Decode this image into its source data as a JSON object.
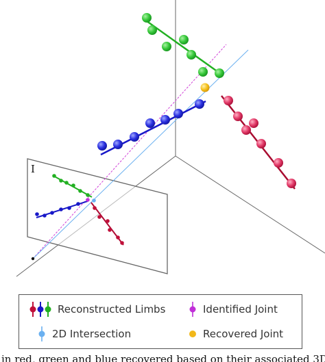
{
  "figure": {
    "plane_label": "I"
  },
  "legend": {
    "reconstructed_limbs": "Reconstructed Limbs",
    "identified_joint": "Identified Joint",
    "intersection_2d": "2D Intersection",
    "recovered_joint": "Recovered Joint"
  },
  "colors": {
    "red_limb": "#c0103a",
    "green_limb": "#22b022",
    "blue_limb": "#1818c8",
    "identified_joint": "#c030d8",
    "intersection_2d": "#6ab0f0",
    "recovered_joint": "#f2b81a",
    "axis": "#666666"
  },
  "caption": {
    "text": "in red, green and blue recovered based on their associated 3D"
  }
}
